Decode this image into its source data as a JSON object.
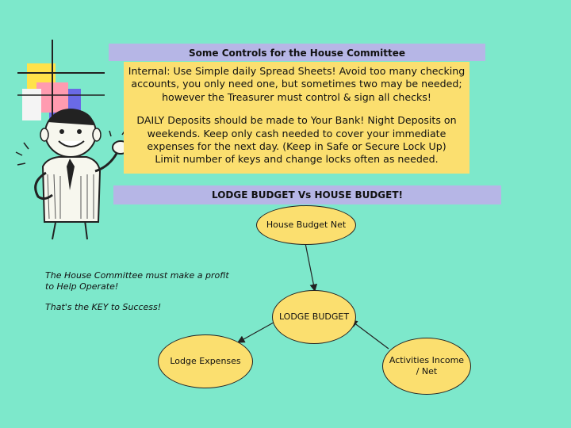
{
  "title": "Some Controls for the House Committee",
  "notes": {
    "internal": "Internal: Use Simple daily Spread Sheets! Avoid too many checking accounts, you only need one, but sometimes two may be needed; however the Treasurer must control & sign all checks!",
    "deposits": "DAILY Deposits should be made to Your Bank! Night Deposits on weekends.  Keep only cash needed to cover your immediate expenses for the next day.  (Keep in Safe or Secure Lock Up)",
    "keys": "Limit number of keys and change locks often as needed."
  },
  "subtitle": "LODGE BUDGET Vs HOUSE BUDGET!",
  "side_text": {
    "line1": "The House Committee must make a profit to Help Operate!",
    "line2": "That's the KEY to Success!"
  },
  "nodes": {
    "house_budget_net": "House Budget Net",
    "lodge_budget": "LODGE BUDGET",
    "lodge_expenses": "Lodge Expenses",
    "activities_income": "Activities Income / Net"
  },
  "colors": {
    "background": "#7de8cb",
    "title_bar": "#b6b6e6",
    "note_box": "#fbdf6f",
    "node_fill": "#fbdf6f"
  },
  "icons": [
    "clipart-waving-man",
    "color-block-decoration"
  ]
}
